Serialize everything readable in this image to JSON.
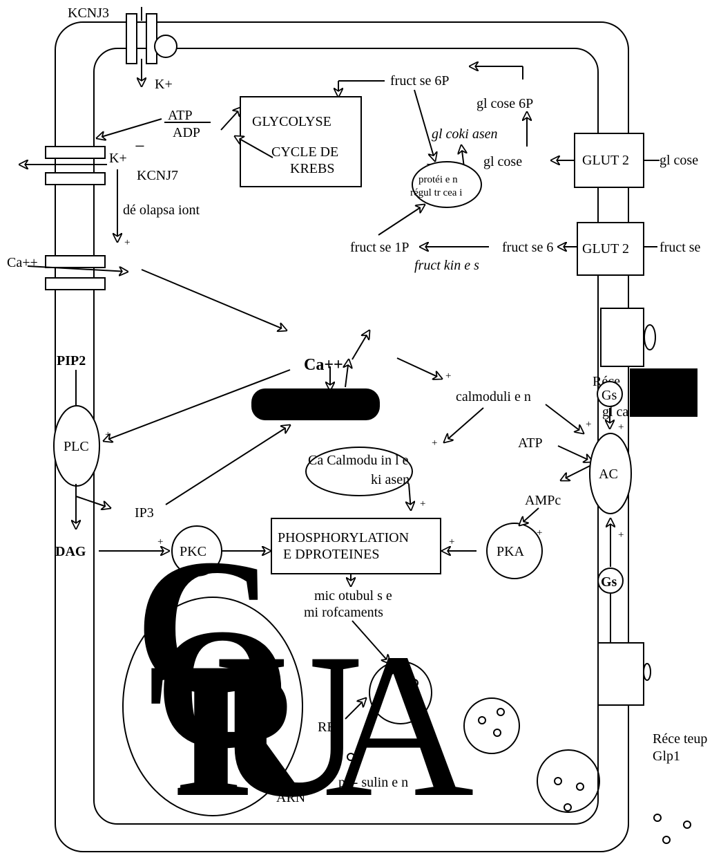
{
  "channels": {
    "kcnj3": "KCNJ3",
    "k_plus_in": "K+",
    "k_plus_out": "K+",
    "kcnj7": "KCNJ7",
    "ca_channel": "Ca++",
    "minus_sign": "−",
    "depolarisation": "dé olapsa iont",
    "plus": "+"
  },
  "energy": {
    "atp": "ATP",
    "adp": "ADP",
    "glycolyse": "GLYCOLYSE",
    "krebs_1": "CYCLE DE",
    "krebs_2": "KREBS"
  },
  "sugar": {
    "fructose6p_top": "fruct se 6P",
    "glucose6p": "gl cose 6P",
    "glucokinase": "gl coki asen",
    "glucose_in": "gl cose",
    "glucose_out": "gl cose",
    "glut2_a": "GLUT 2",
    "glut2_b": "GLUT 2",
    "protein_1": "protéi e n",
    "protein_2": "régul tr cea i",
    "fructose1p": "fruct se 1P",
    "fructose_in": "fruct se 6",
    "fructose_out": "fruct se",
    "fructokinase": "fruct kin e s"
  },
  "signaling": {
    "pip2": "PIP2",
    "plc": "PLC",
    "ip3": "IP3",
    "dag": "DAG",
    "pkc": "PKC",
    "ca_center": "Ca++",
    "calmodulin": "calmoduli e n",
    "ca_calmod_1": "Ca Calmodu in l e",
    "ca_calmod_2": "ki asen",
    "phospho_1": "PHOSPHORYLATION",
    "phospho_2": "E DPROTEINES",
    "pka": "PKA",
    "ampc": "AMPc",
    "atp2": "ATP",
    "ac": "AC",
    "gs_top": "Gs",
    "gs_bottom": "Gs",
    "receptor_top": "Réce",
    "receptor_top2": "gl ca",
    "receptor_bottom_1": "Réce teup",
    "receptor_bottom_2": "Glp1",
    "microtubules_1": "mic otubul s e",
    "microtubules_2": "mi rofcaments"
  },
  "nucleus": {
    "pre_label": "RE",
    "proinsulin": "pr - sulin e n",
    "arn": "ARN"
  },
  "overlay_letters": [
    "C",
    "T",
    "R",
    "O",
    "U",
    "A"
  ]
}
